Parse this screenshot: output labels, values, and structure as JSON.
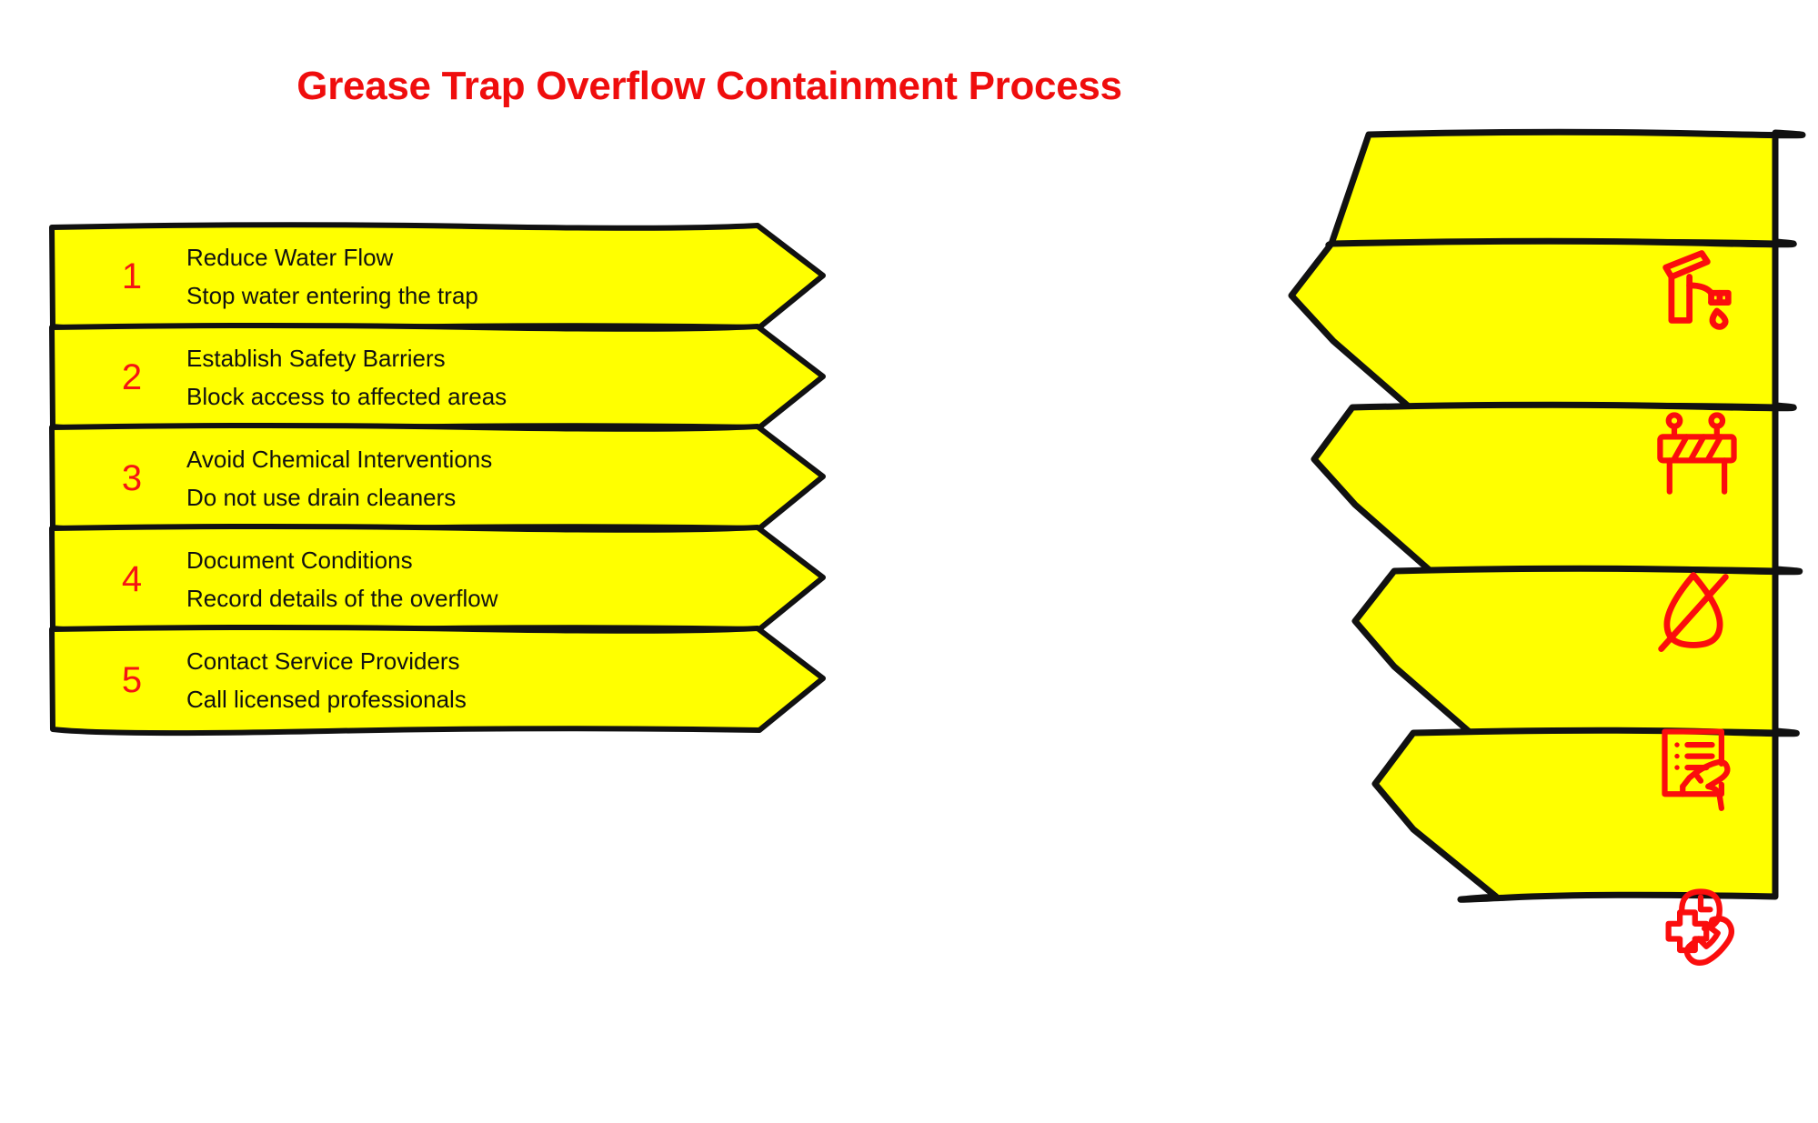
{
  "title": "Grease Trap Overflow Containment Process",
  "colors": {
    "accent_red": "#ef0d0d",
    "number_red": "#f51414",
    "icon_red": "#fb0d0d",
    "band_yellow": "#ffff00",
    "stroke_black": "#111111",
    "background": "#ffffff"
  },
  "steps": [
    {
      "number": "1",
      "heading": "Reduce Water Flow",
      "subtitle": "Stop water entering the trap",
      "icon": "faucet-drip-icon"
    },
    {
      "number": "2",
      "heading": "Establish Safety Barriers",
      "subtitle": "Block access to affected areas",
      "icon": "road-barrier-icon"
    },
    {
      "number": "3",
      "heading": "Avoid Chemical Interventions",
      "subtitle": "Do not use drain cleaners",
      "icon": "no-droplet-icon"
    },
    {
      "number": "4",
      "heading": "Document Conditions",
      "subtitle": "Record details of the overflow",
      "icon": "clipboard-writing-hand-icon"
    },
    {
      "number": "5",
      "heading": "Contact Service Providers",
      "subtitle": "Call licensed professionals",
      "icon": "emergency-call-icon"
    }
  ]
}
